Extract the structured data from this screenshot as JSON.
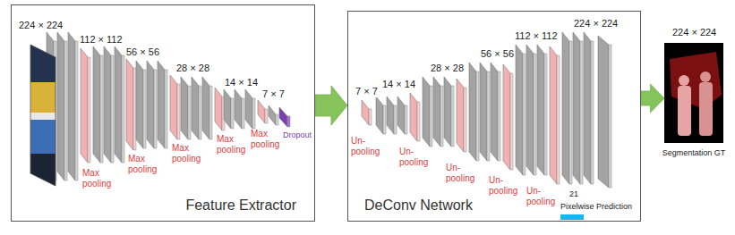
{
  "diagram": {
    "nodes": [
      {
        "text": [
          "Feature Extractor"
        ]
      },
      {
        "text": [
          "DeConv Network"
        ]
      },
      {
        "text": [
          "Segmentation GT"
        ]
      }
    ],
    "edges": [
      {
        "from": 0,
        "to": 1,
        "arrow": "to"
      },
      {
        "from": 1,
        "to": 2,
        "arrow": "to"
      }
    ],
    "labels": [
      "224 × 224",
      "112 × 112",
      "56 × 56",
      "28 × 28",
      "14 × 14",
      "7 × 7",
      "Max pooling",
      "Max pooling",
      "Max pooling",
      "Max pooling",
      "Max pooling",
      "Dropout",
      "7 × 7",
      "14 × 14",
      "28 × 28",
      "56 × 56",
      "112 × 112",
      "224 × 224",
      "Un- pooling",
      "Un- pooling",
      "Un- pooling",
      "Un- pooling",
      "Un- pooling",
      "21",
      "Pixelwise Prediction",
      "224 × 224"
    ]
  }
}
